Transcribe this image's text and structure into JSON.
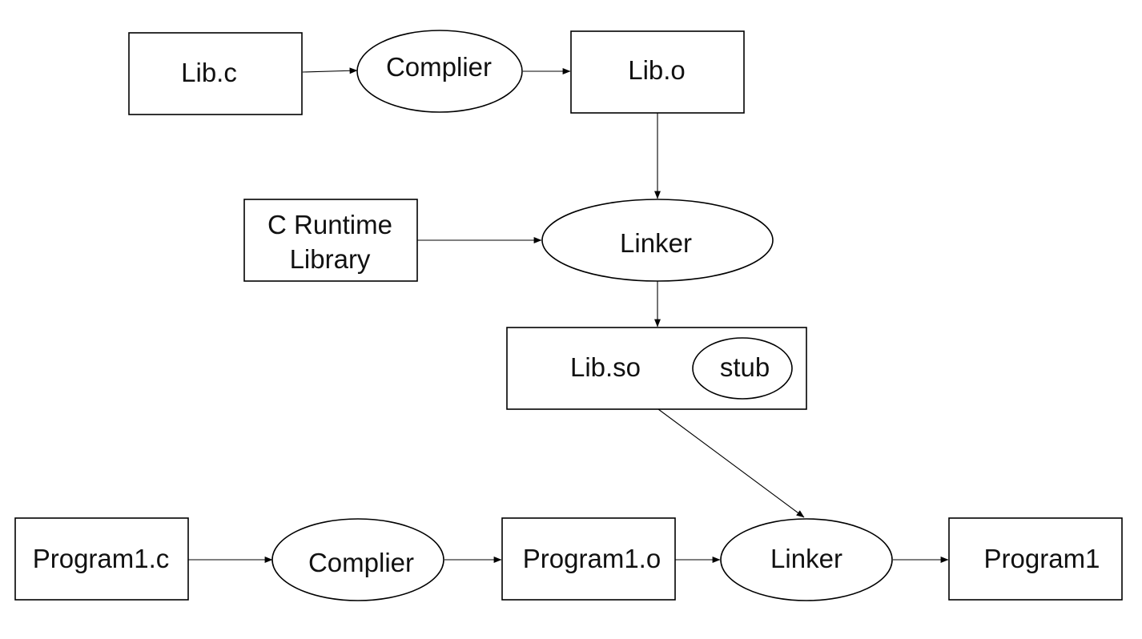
{
  "nodes": {
    "lib_c": "Lib.c",
    "compiler_top": "Complier",
    "lib_o": "Lib.o",
    "c_runtime_line1": "C Runtime",
    "c_runtime_line2": "Library",
    "linker_top": "Linker",
    "lib_so": "Lib.so",
    "stub": "stub",
    "program1_c": "Program1.c",
    "compiler_bottom": "Complier",
    "program1_o": "Program1.o",
    "linker_bottom": "Linker",
    "program1": "Program1"
  },
  "colors": {
    "stroke": "#000000",
    "text": "#111111",
    "background": "#ffffff"
  }
}
